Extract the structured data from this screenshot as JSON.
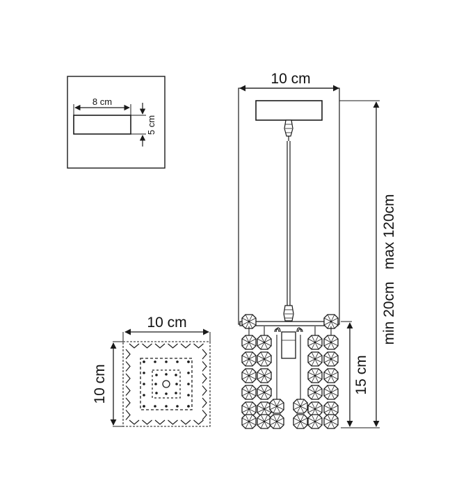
{
  "labels": {
    "top_width": "10 cm",
    "plate_width": "8 cm",
    "plate_height": "5 cm",
    "bottom_width": "10 cm",
    "bottom_depth": "10 cm",
    "drop": "15 cm",
    "cord_range": "min 20cm   max 120cm"
  },
  "colors": {
    "line": "#1a1a1a",
    "background": "#ffffff"
  }
}
